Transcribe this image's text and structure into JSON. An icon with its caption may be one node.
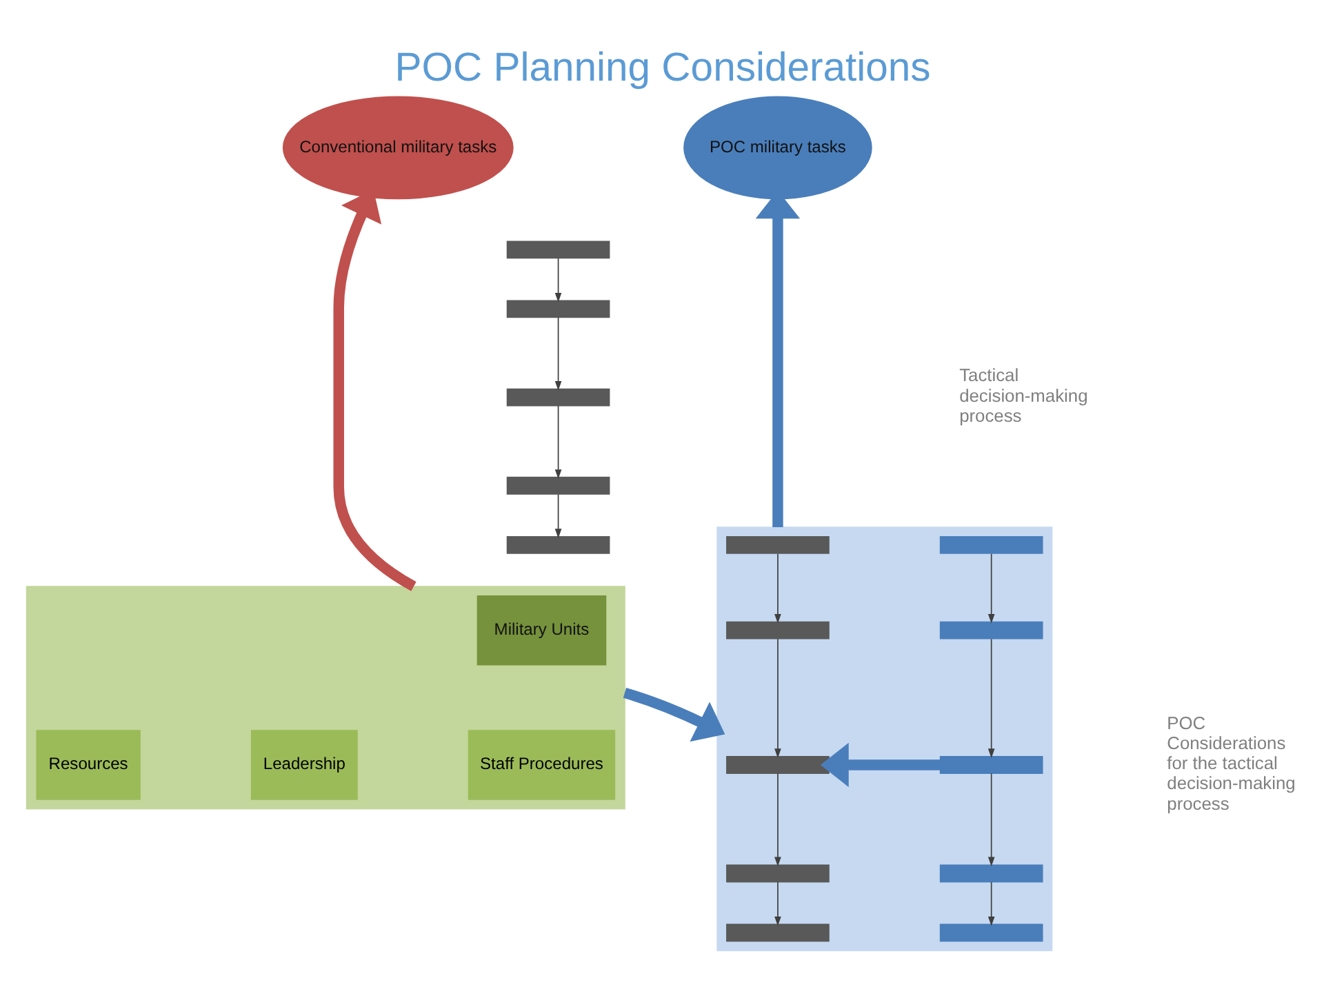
{
  "diagram": {
    "title": "POC Planning Considerations",
    "nodes": [
      {
        "text": [
          "Conventional military tasks"
        ]
      },
      {
        "text": [
          "POC military tasks"
        ]
      },
      {
        "text": [],
        "shape": "box"
      },
      {
        "text": [
          "Military Units"
        ],
        "in": 2
      },
      {
        "text": [
          "Leadership"
        ],
        "in": 2
      },
      {
        "text": [
          "Staff Procedures"
        ],
        "in": 2
      },
      {
        "text": [
          "Resources"
        ],
        "in": 2
      },
      {
        "text": [],
        "shape": "box"
      },
      {
        "text": [],
        "shape": "box"
      },
      {
        "text": [],
        "shape": "box"
      },
      {
        "text": [],
        "shape": "box"
      },
      {
        "text": [],
        "shape": "box"
      },
      {
        "text": [],
        "shape": "box"
      },
      {
        "text": [],
        "shape": "box",
        "in": 12
      },
      {
        "text": [],
        "shape": "box",
        "in": 12
      },
      {
        "text": [],
        "shape": "box",
        "in": 12
      },
      {
        "text": [],
        "shape": "box",
        "in": 12
      },
      {
        "text": [],
        "shape": "box",
        "in": 12
      },
      {
        "text": [],
        "shape": "box",
        "in": 12
      },
      {
        "text": [],
        "shape": "box",
        "in": 12
      },
      {
        "text": [],
        "shape": "box",
        "in": 12
      },
      {
        "text": [],
        "shape": "box",
        "in": 12
      },
      {
        "text": [],
        "shape": "box",
        "in": 12
      }
    ],
    "edges": [
      {
        "from": 7,
        "to": 8,
        "arrow": "to"
      },
      {
        "from": 8,
        "to": 9,
        "arrow": "to"
      },
      {
        "from": 9,
        "to": 10,
        "arrow": "to"
      },
      {
        "from": 10,
        "to": 11,
        "arrow": "to"
      },
      {
        "from": 2,
        "to": 0,
        "arrow": "to",
        "style": "thick",
        "color": "#c0504d"
      },
      {
        "from": 2,
        "to": 12,
        "arrow": "to",
        "style": "thick",
        "color": "#4a7ebb"
      },
      {
        "from": 12,
        "to": 1,
        "arrow": "to",
        "style": "thick",
        "color": "#4a7ebb"
      },
      {
        "from": 13,
        "to": 14,
        "arrow": "to"
      },
      {
        "from": 14,
        "to": 15,
        "arrow": "to"
      },
      {
        "from": 15,
        "to": 16,
        "arrow": "to"
      },
      {
        "from": 16,
        "to": 17,
        "arrow": "to"
      },
      {
        "from": 18,
        "to": 19,
        "arrow": "to"
      },
      {
        "from": 19,
        "to": 20,
        "arrow": "to"
      },
      {
        "from": 20,
        "to": 21,
        "arrow": "to"
      },
      {
        "from": 21,
        "to": 22,
        "arrow": "to"
      },
      {
        "from": 20,
        "to": 15,
        "arrow": "to",
        "style": "thick",
        "color": "#4a7ebb"
      }
    ],
    "labels": [
      "Tactical decision-making process",
      "POC Considerations for the tactical decision-making process"
    ]
  }
}
